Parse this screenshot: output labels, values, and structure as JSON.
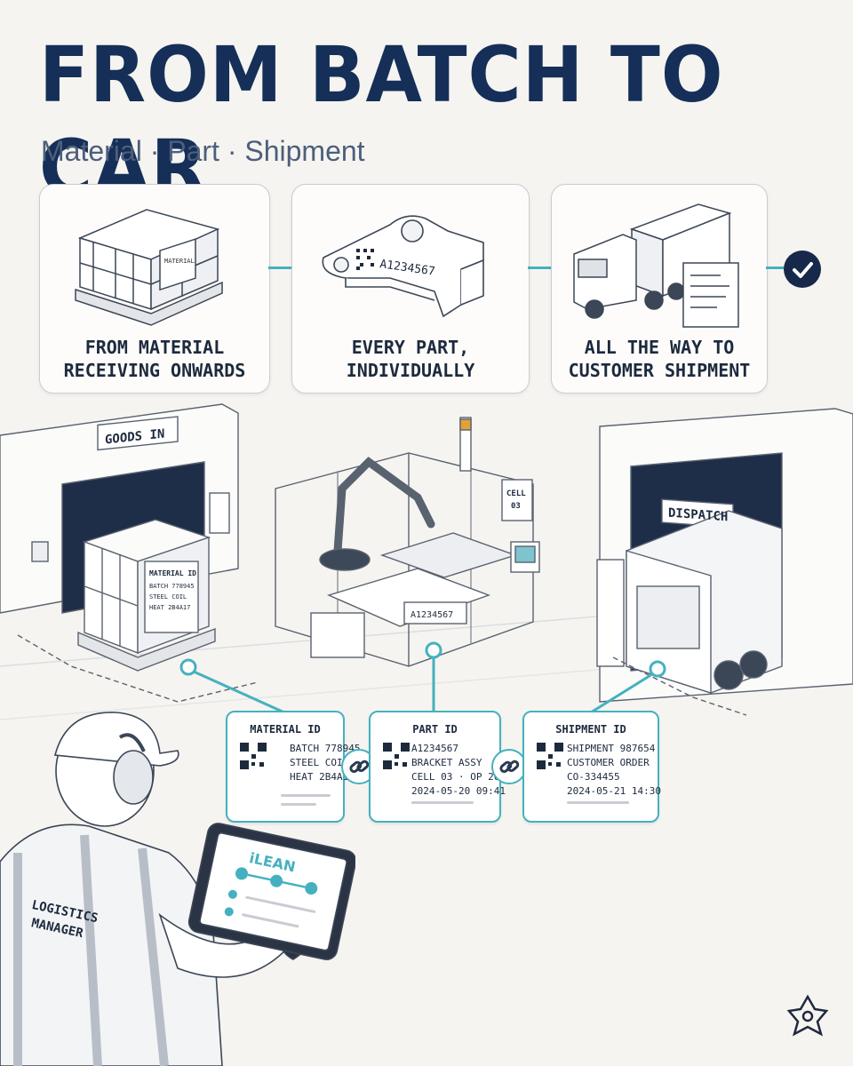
{
  "header": {
    "title": "FROM BATCH TO CAR",
    "subtitle": "Material · Part · Shipment"
  },
  "stages": [
    {
      "label_line1": "FROM MATERIAL",
      "label_line2": "RECEIVING ONWARDS",
      "box_text": "MATERIAL"
    },
    {
      "label_line1": "EVERY PART,",
      "label_line2": "INDIVIDUALLY",
      "part_code": "A1234567"
    },
    {
      "label_line1": "ALL THE WAY TO",
      "label_line2": "CUSTOMER SHIPMENT"
    }
  ],
  "scene": {
    "goods_in_sign": "GOODS IN",
    "dispatch_sign": "DISPATCH",
    "cell_sign_line1": "CELL",
    "cell_sign_line2": "03",
    "pallet_label": {
      "title": "MATERIAL ID",
      "line1": "BATCH 778945",
      "line2": "STEEL COIL",
      "line3": "HEAT 2B4A17"
    },
    "part_tag": "A1234567"
  },
  "id_cards": [
    {
      "title": "MATERIAL ID",
      "line1": "BATCH 778945",
      "line2": "STEEL COIL",
      "line3": "HEAT 2B4A17"
    },
    {
      "title": "PART ID",
      "line1": "A1234567",
      "line2": "BRACKET ASSY",
      "line3": "CELL 03 · OP 20",
      "line4": "2024-05-20 09:41"
    },
    {
      "title": "SHIPMENT ID",
      "line1": "SHIPMENT 987654",
      "line2": "CUSTOMER ORDER",
      "line3": "CO-334455",
      "line4": "2024-05-21 14:30"
    }
  ],
  "worker": {
    "vest_line1": "LOGISTICS",
    "vest_line2": "MANAGER",
    "tablet_brand": "iLEAN"
  },
  "colors": {
    "navy": "#152f58",
    "teal": "#45b1c0",
    "background": "#f6f4f0"
  }
}
